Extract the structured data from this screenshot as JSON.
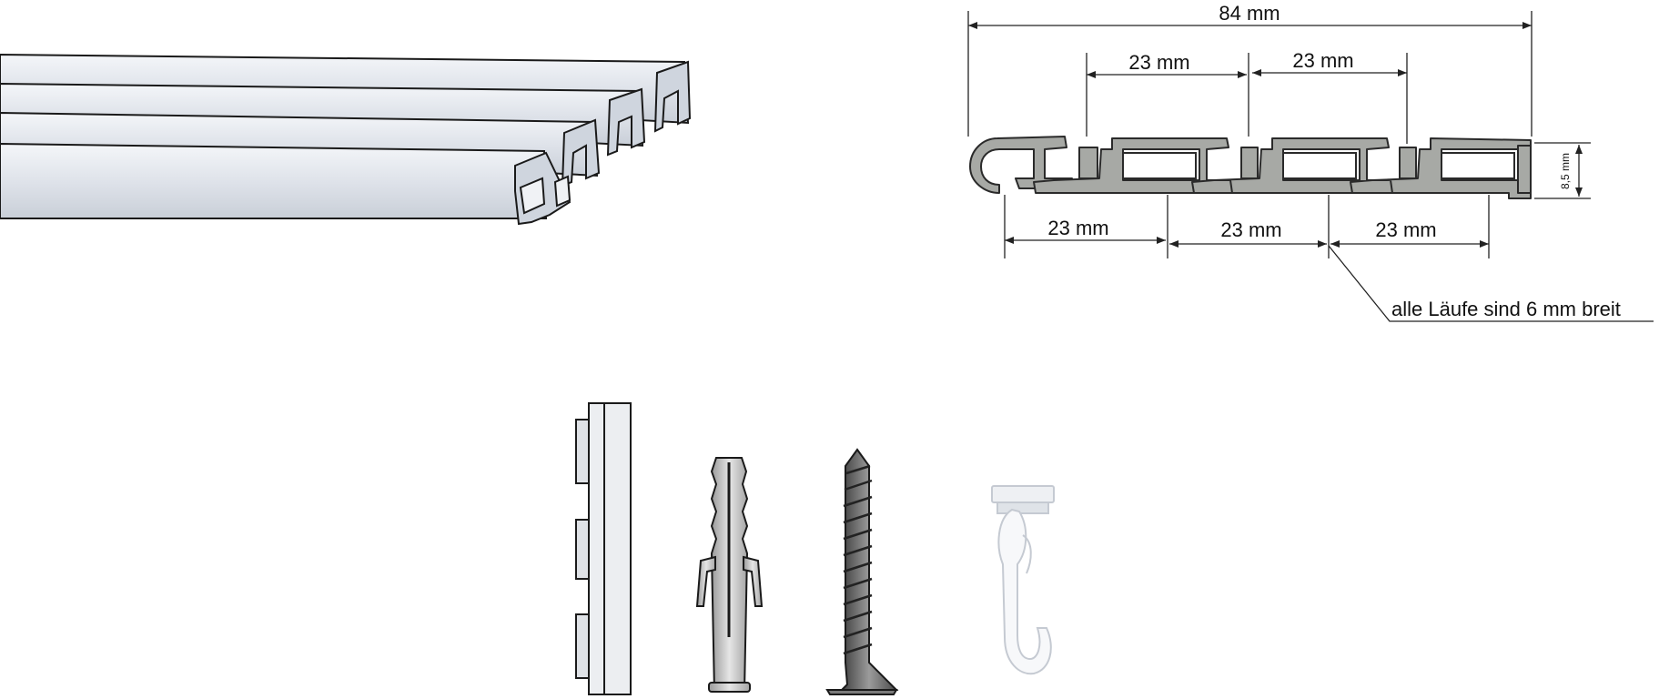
{
  "diagram": {
    "dimensions": {
      "overall_width": "84 mm",
      "top_left_spacing": "23 mm",
      "top_right_spacing": "23 mm",
      "bottom_left_spacing": "23 mm",
      "bottom_middle_spacing": "23 mm",
      "bottom_right_spacing": "23 mm",
      "height": "8,5 mm"
    },
    "note": "alle Läufe sind 6 mm breit",
    "colors": {
      "profile_fill": "#a7a9a5",
      "rail_fill": "#e2e6ec",
      "outline": "#1a1a1a",
      "screw": "#6f6f6f"
    }
  }
}
